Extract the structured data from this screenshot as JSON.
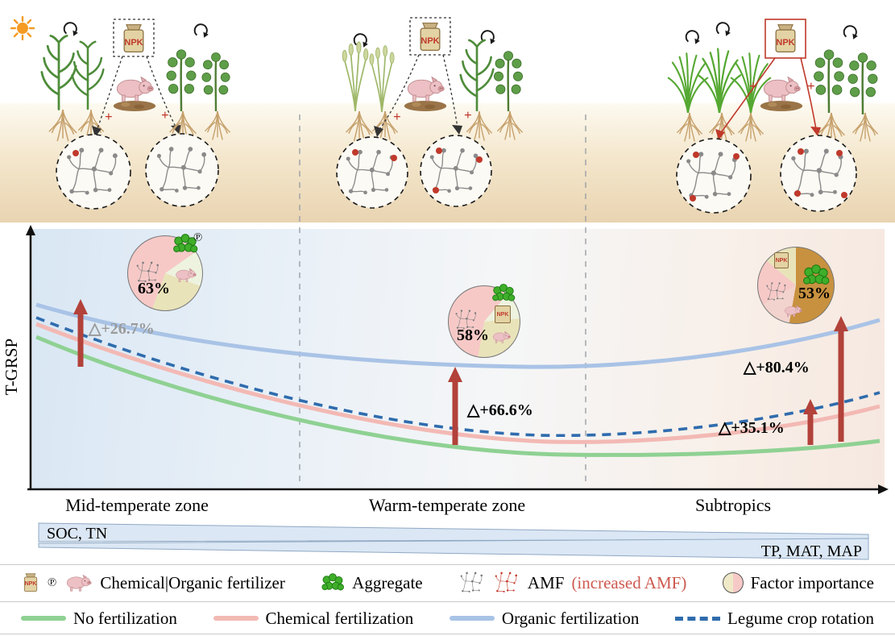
{
  "icons": {
    "npk": "NPK",
    "plus": "+",
    "circled_p": "℗"
  },
  "chart": {
    "ylabel": "T-GRSP",
    "zones": [
      {
        "label": "Mid-temperate zone",
        "pie_pct": "63%",
        "delta": "△+26.7%"
      },
      {
        "label": "Warm-temperate zone",
        "pie_pct": "58%",
        "delta": "△+66.6%"
      },
      {
        "label": "Subtropics",
        "pie_pct": "53%",
        "delta_organic": "△+80.4%",
        "delta_legume": "△+35.1%"
      }
    ],
    "gradient_left": "SOC, TN",
    "gradient_right": "TP, MAT, MAP"
  },
  "legend": {
    "fertilizer_label": "Chemical|Organic fertilizer",
    "aggregate_label": "Aggregate",
    "amf_label": "AMF",
    "amf_increased_label": "(increased AMF)",
    "factor_label": "Factor importance",
    "series": [
      {
        "label": "No fertilization",
        "color": "#8fd193",
        "style": "solid"
      },
      {
        "label": "Chemical fertilization",
        "color": "#f3b9b4",
        "style": "solid"
      },
      {
        "label": "Organic fertilization",
        "color": "#a9c3e6",
        "style": "solid"
      },
      {
        "label": "Legume crop rotation",
        "color": "#2f6cad",
        "style": "dashed"
      }
    ]
  },
  "chart_data": {
    "type": "line",
    "title": "T-GRSP response to fertilization across climate zones",
    "xlabel": "",
    "ylabel": "T-GRSP",
    "x_categories": [
      "Mid-temperate zone",
      "Warm-temperate zone",
      "Subtropics"
    ],
    "series": [
      {
        "name": "No fertilization",
        "relative_values": [
          62,
          18,
          20
        ],
        "color": "#8fd193",
        "line_style": "solid"
      },
      {
        "name": "Chemical fertilization",
        "relative_values": [
          67,
          22,
          34
        ],
        "color": "#f3b9b4",
        "line_style": "solid"
      },
      {
        "name": "Legume crop rotation",
        "relative_values": [
          69,
          24,
          39
        ],
        "color": "#2f6cad",
        "line_style": "dashed"
      },
      {
        "name": "Organic fertilization",
        "relative_values": [
          74,
          49,
          68
        ],
        "color": "#a9c3e6",
        "line_style": "solid"
      }
    ],
    "annotations": [
      {
        "zone": "Mid-temperate zone",
        "increase": "△+26.7%",
        "factor_importance_pct": 63
      },
      {
        "zone": "Warm-temperate zone",
        "increase": "△+66.6%",
        "factor_importance_pct": 58
      },
      {
        "zone": "Subtropics",
        "increase_organic": "△+80.4%",
        "increase_legume": "△+35.1%",
        "factor_importance_pct": 53
      }
    ],
    "environmental_gradients": {
      "decreasing_left_to_right": "SOC, TN",
      "increasing_left_to_right": "TP, MAT, MAP"
    },
    "legend_position": "bottom",
    "grid": false
  }
}
